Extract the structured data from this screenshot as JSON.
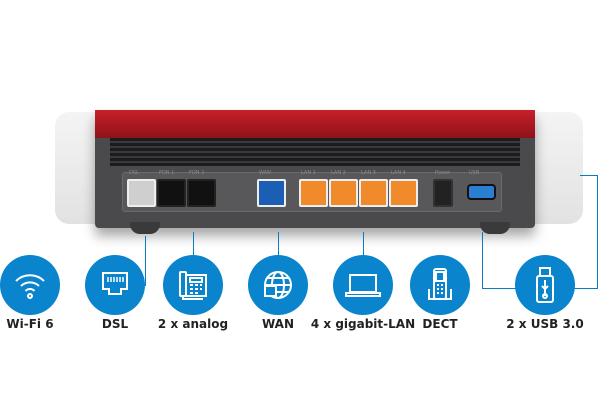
{
  "ports": [
    "DSL",
    "FON 1",
    "FON 2",
    "WAN",
    "LAN 1",
    "LAN 2",
    "LAN 3",
    "LAN 4",
    "Power",
    "USB"
  ],
  "features": [
    {
      "icon": "wifi-icon",
      "label": "Wi-Fi 6"
    },
    {
      "icon": "dsl-port-icon",
      "label": "DSL"
    },
    {
      "icon": "telephone-icon",
      "label": "2 x analog"
    },
    {
      "icon": "globe-icon",
      "label": "WAN"
    },
    {
      "icon": "laptop-icon",
      "label": "4 x gigabit-LAN"
    },
    {
      "icon": "cordless-phone-icon",
      "label": "DECT"
    },
    {
      "icon": "usb-stick-icon",
      "label": "2 x USB 3.0"
    }
  ],
  "colors": {
    "accent": "#0a84cc",
    "brand_red": "#c8202a",
    "lan": "#f08a2a",
    "wan": "#1a5fb4"
  }
}
